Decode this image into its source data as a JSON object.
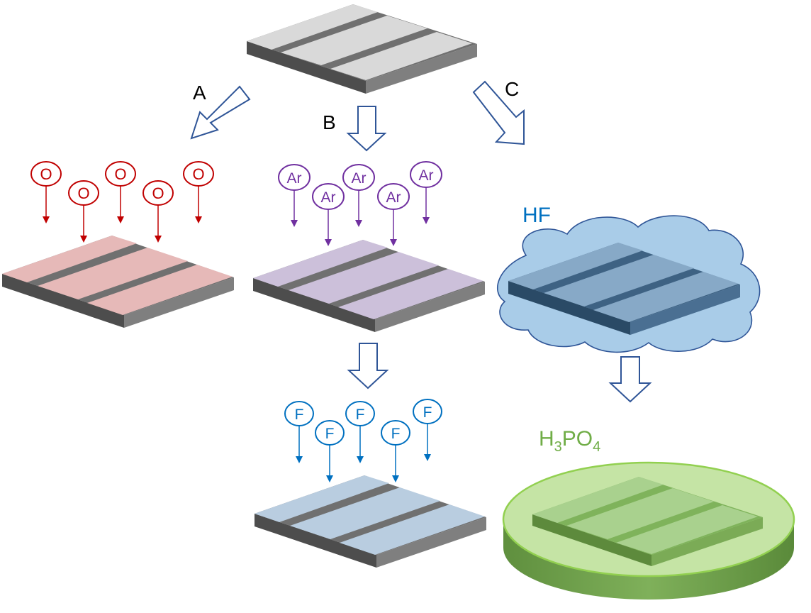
{
  "diagram": {
    "routes": [
      {
        "id": "A",
        "label": "A"
      },
      {
        "id": "B",
        "label": "B"
      },
      {
        "id": "C",
        "label": "C"
      }
    ],
    "ion_labels": {
      "oxygen": "O",
      "argon": "Ar",
      "fluorine": "F"
    },
    "etchants": {
      "hf": "HF",
      "acid": {
        "main": "H",
        "sub1": "3",
        "mid": "PO",
        "sub2": "4"
      }
    },
    "colors": {
      "oxygen": "#c00000",
      "argon": "#7030a0",
      "fluorine": "#0070c0",
      "hf_text": "#0070c0",
      "acid_text": "#70ad47",
      "arrow_outline": "#2f5597",
      "substrate_top": "#d9d9d9",
      "substrate_side": "#7f7f7f",
      "oxygen_treated": "#e6b9b8",
      "argon_treated": "#ccc0da",
      "fluorine_treated": "#b9cde0",
      "cloud_fill": "#a9cce8",
      "bath_fill": "#c5e4a5"
    }
  }
}
